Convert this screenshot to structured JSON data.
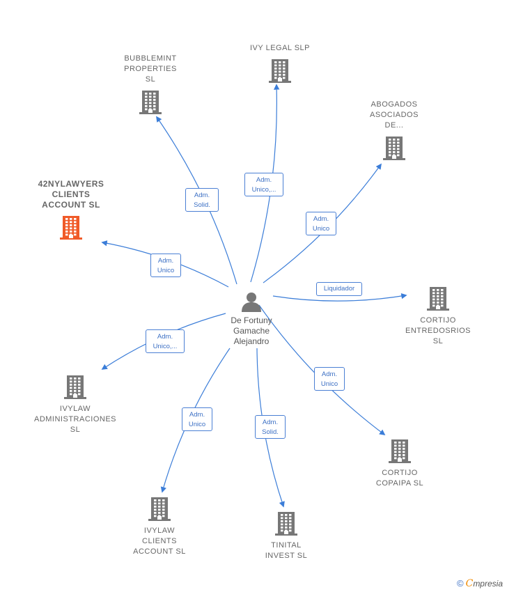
{
  "colors": {
    "edge": "#3b7dd8",
    "node_icon": "#777777",
    "highlight_icon": "#f05a28"
  },
  "center": {
    "name": "De Fortuny\nGamache\nAlejandro",
    "icon": "person-icon"
  },
  "companies": [
    {
      "id": "c1",
      "name": "BUBBLEMINT\nPROPERTIES\nSL",
      "icon": "building-icon"
    },
    {
      "id": "c2",
      "name": "IVY LEGAL  SLP",
      "icon": "building-icon"
    },
    {
      "id": "c3",
      "name": "ABOGADOS\nASOCIADOS\nDE...",
      "icon": "building-icon"
    },
    {
      "id": "c4",
      "name": "42NYLAWYERS\nCLIENTS\nACCOUNT  SL",
      "icon": "building-icon",
      "highlight": true
    },
    {
      "id": "c5",
      "name": "CORTIJO\nENTREDOSRIOS\nSL",
      "icon": "building-icon"
    },
    {
      "id": "c6",
      "name": "IVYLAW\nADMINISTRACIONES\nSL",
      "icon": "building-icon"
    },
    {
      "id": "c7",
      "name": "CORTIJO\nCOPAIPA SL",
      "icon": "building-icon"
    },
    {
      "id": "c8",
      "name": "IVYLAW\nCLIENTS\nACCOUNT  SL",
      "icon": "building-icon"
    },
    {
      "id": "c9",
      "name": "TINITAL\nINVEST SL",
      "icon": "building-icon"
    }
  ],
  "relations": [
    {
      "to": "c1",
      "label": "Adm.\nSolid."
    },
    {
      "to": "c2",
      "label": "Adm.\nUnico,..."
    },
    {
      "to": "c3",
      "label": "Adm.\nUnico"
    },
    {
      "to": "c4",
      "label": "Adm.\nUnico"
    },
    {
      "to": "c5",
      "label": "Liquidador"
    },
    {
      "to": "c6",
      "label": "Adm.\nUnico,..."
    },
    {
      "to": "c7",
      "label": "Adm.\nUnico"
    },
    {
      "to": "c8",
      "label": "Adm.\nUnico"
    },
    {
      "to": "c9",
      "label": "Adm.\nSolid."
    }
  ],
  "brand": {
    "copyright": "©",
    "first": "C",
    "rest": "mpresia"
  }
}
